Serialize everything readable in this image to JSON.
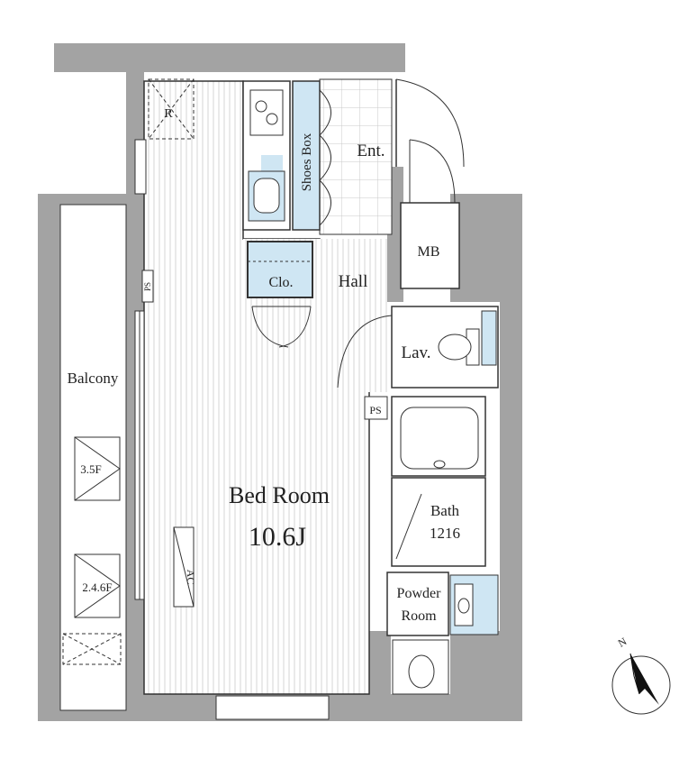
{
  "rooms": {
    "bed_room": "Bed Room",
    "bed_room_size": "10.6J",
    "hall": "Hall",
    "entrance": "Ent.",
    "lavatory": "Lav.",
    "bath": "Bath",
    "bath_size": "1216",
    "powder_room_line1": "Powder",
    "powder_room_line2": "Room",
    "balcony": "Balcony",
    "meter_box": "MB",
    "closet": "Clo.",
    "shoes_box": "Shoes Box"
  },
  "markers": {
    "refrigerator": "R",
    "pipe_space_1": "PS",
    "pipe_space_2": "PS",
    "air_conditioner": "AC",
    "floor_35": "3.5F",
    "floor_246": "2.4.6F"
  },
  "compass": {
    "north": "N"
  },
  "colors": {
    "wall": "#a3a3a3",
    "storage": "#cfe6f3",
    "line": "#333333",
    "floor_stripe": "#d8d8d8"
  }
}
